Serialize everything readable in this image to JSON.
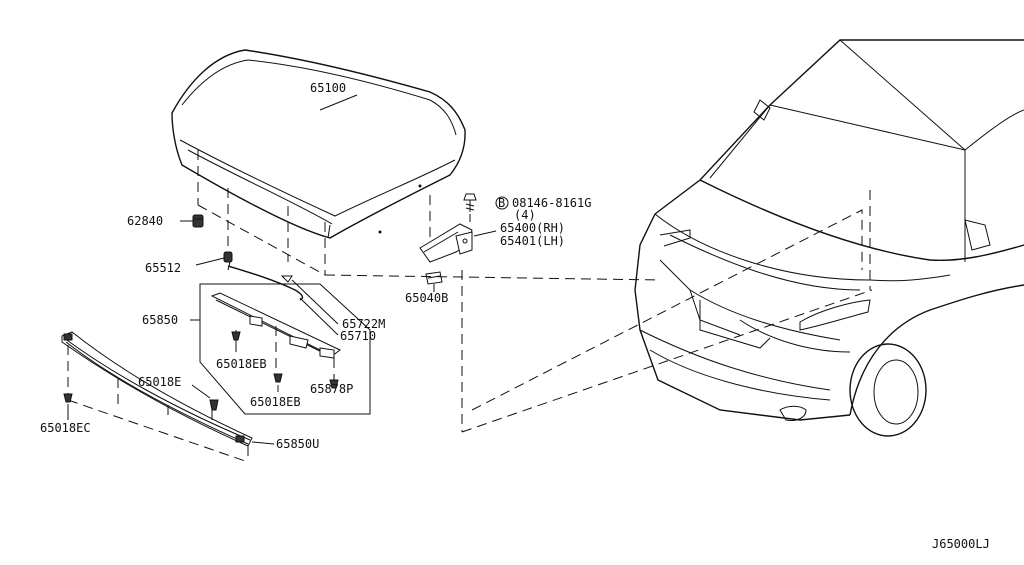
{
  "diagram_code": "J65000LJ",
  "callouts": {
    "hood": "65100",
    "bumper_rubber": "62840",
    "prop_rod_grommet": "65512",
    "prop_rod_clip": "65722M",
    "hood_prop_rod": "65710",
    "cowl_top_seal": "65850",
    "clip_eb_1": "65018EB",
    "clip_eb_2": "65018EB",
    "seal_clip": "65878P",
    "clip_e": "65018E",
    "clip_ec": "65018EC",
    "lower_seal": "65850U",
    "hinge_bolt_part": "08146-8161G",
    "hinge_bolt_qty": "(4)",
    "bolt_prefix_symbol": "B",
    "hinge_rh": "65400(RH)",
    "hinge_lh": "65401(LH)",
    "hinge_bracket": "65040B"
  }
}
